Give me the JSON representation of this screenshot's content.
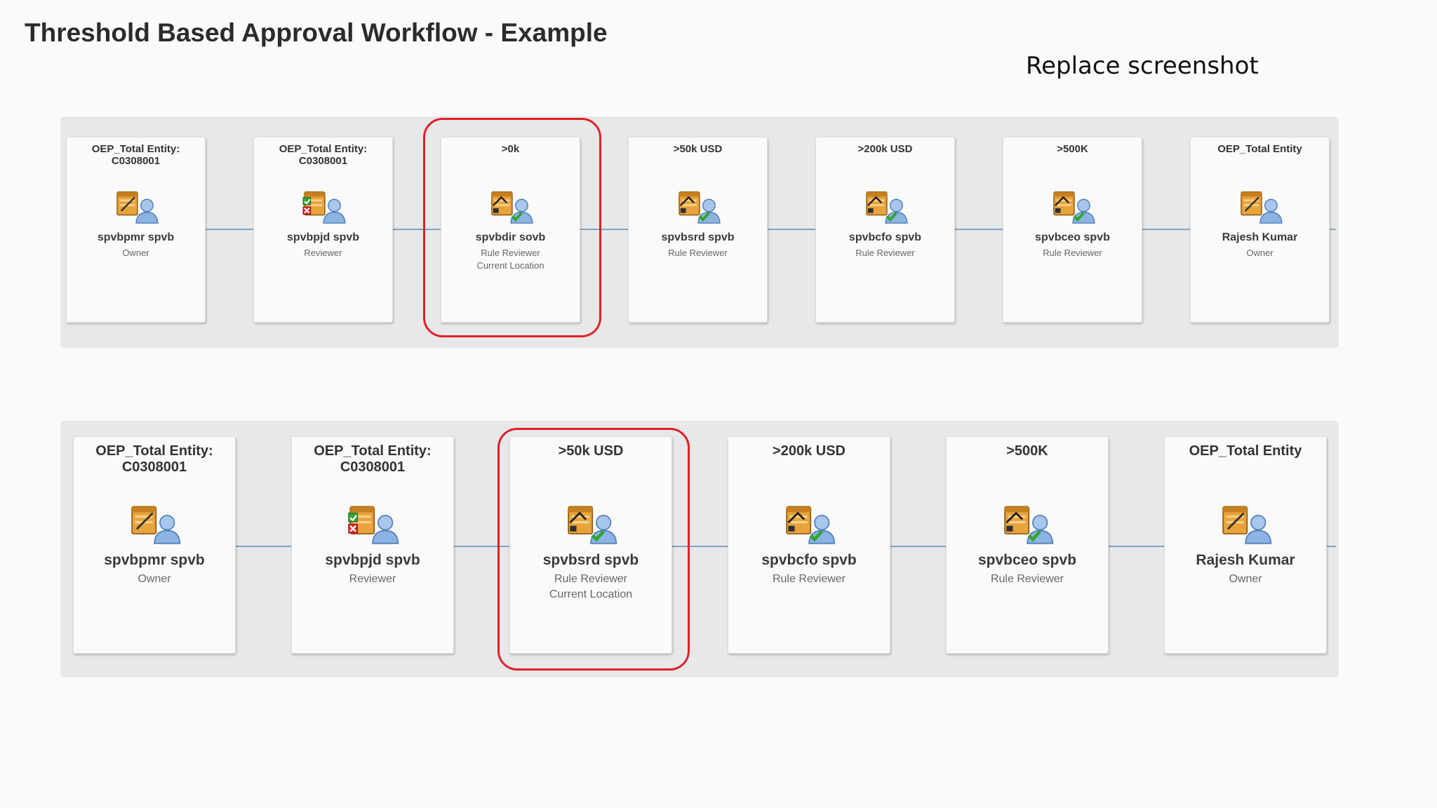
{
  "title": "Threshold Based Approval Workflow - Example",
  "note": "Replace screenshot",
  "colors": {
    "highlight": "#e0202a",
    "connector": "#7fa3c3"
  },
  "workflows": [
    {
      "nodes": [
        {
          "header": "OEP_Total Entity:\nC0308001",
          "icon": "owner-icon",
          "name": "spvbpmr spvb",
          "role": "Owner"
        },
        {
          "header": "OEP_Total Entity:\nC0308001",
          "icon": "reviewer-icon",
          "name": "spvbpjd spvb",
          "role": "Reviewer"
        },
        {
          "header": ">0k",
          "icon": "rule-reviewer-icon",
          "name": "spvbdir sovb",
          "role": "Rule Reviewer\nCurrent Location"
        },
        {
          "header": ">50k USD",
          "icon": "rule-reviewer-icon",
          "name": "spvbsrd spvb",
          "role": "Rule Reviewer"
        },
        {
          "header": ">200k USD",
          "icon": "rule-reviewer-icon",
          "name": "spvbcfo spvb",
          "role": "Rule Reviewer"
        },
        {
          "header": ">500K",
          "icon": "rule-reviewer-icon",
          "name": "spvbceo spvb",
          "role": "Rule Reviewer"
        },
        {
          "header": "OEP_Total Entity",
          "icon": "owner-icon",
          "name": "Rajesh Kumar",
          "role": "Owner"
        }
      ]
    },
    {
      "nodes": [
        {
          "header": "OEP_Total Entity:\nC0308001",
          "icon": "owner-icon",
          "name": "spvbpmr spvb",
          "role": "Owner"
        },
        {
          "header": "OEP_Total Entity:\nC0308001",
          "icon": "reviewer-icon",
          "name": "spvbpjd spvb",
          "role": "Reviewer"
        },
        {
          "header": ">50k USD",
          "icon": "rule-reviewer-icon",
          "name": "spvbsrd spvb",
          "role": "Rule Reviewer\nCurrent Location"
        },
        {
          "header": ">200k USD",
          "icon": "rule-reviewer-icon",
          "name": "spvbcfo spvb",
          "role": "Rule Reviewer"
        },
        {
          "header": ">500K",
          "icon": "rule-reviewer-icon",
          "name": "spvbceo spvb",
          "role": "Rule Reviewer"
        },
        {
          "header": "OEP_Total Entity",
          "icon": "owner-icon",
          "name": "Rajesh Kumar",
          "role": "Owner"
        }
      ]
    }
  ]
}
